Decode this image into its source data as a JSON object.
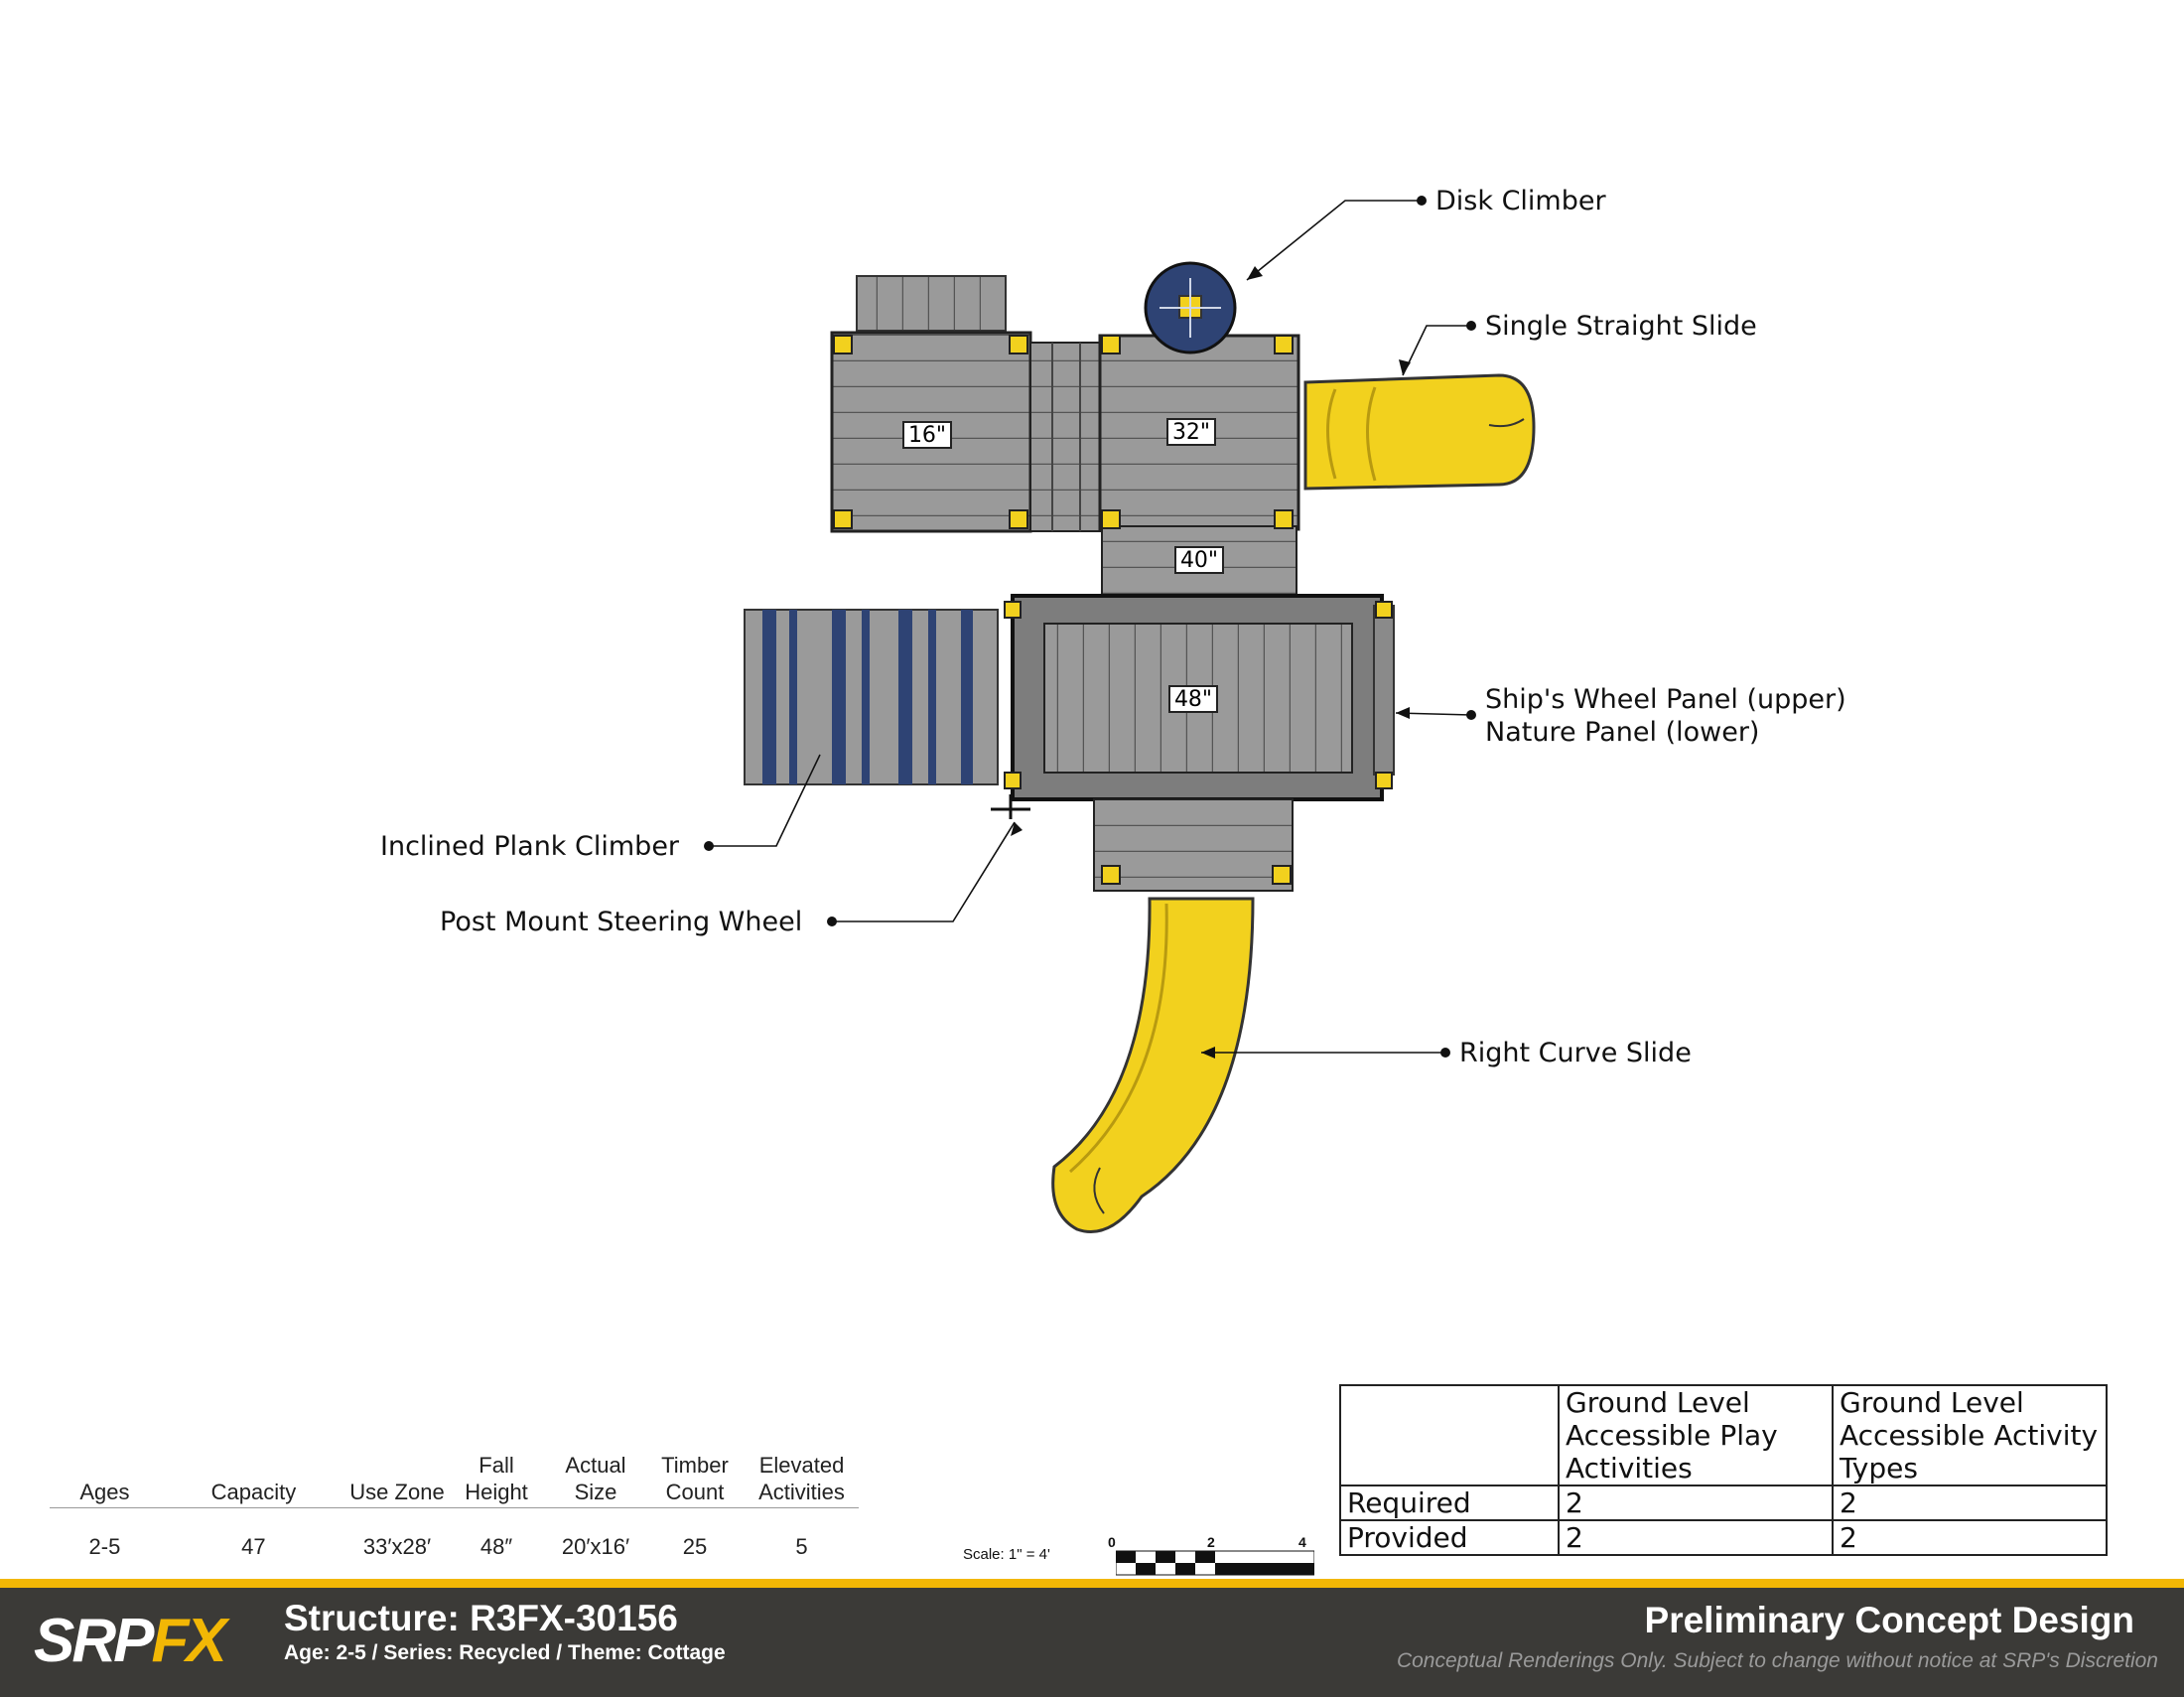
{
  "callouts": {
    "disk_climber": "Disk Climber",
    "single_straight_slide": "Single Straight Slide",
    "ships_wheel_upper": "Ship's Wheel Panel (upper)",
    "nature_panel_lower": "Nature Panel (lower)",
    "inclined_plank_climber": "Inclined Plank Climber",
    "post_mount_steering_wheel": "Post Mount Steering Wheel",
    "right_curve_slide": "Right Curve Slide"
  },
  "deck_heights": {
    "d16": "16\"",
    "d32": "32\"",
    "d40": "40\"",
    "d48": "48\""
  },
  "stats": {
    "headers": [
      "Ages",
      "Capacity",
      "Use Zone",
      "Fall Height",
      "Actual Size",
      "Timber Count",
      "Elevated Activities"
    ],
    "values": [
      "2-5",
      "47",
      "33′x28′",
      "48″",
      "20′x16′",
      "25",
      "5"
    ]
  },
  "accessibility": {
    "col1": "Ground Level Accessible Play Activities",
    "col2": "Ground Level Accessible Activity Types",
    "rows": [
      {
        "label": "Required",
        "v1": "2",
        "v2": "2"
      },
      {
        "label": "Provided",
        "v1": "2",
        "v2": "2"
      }
    ]
  },
  "scale": {
    "label": "Scale: 1\" = 4'",
    "marks": [
      "0",
      "2",
      "4"
    ]
  },
  "footer": {
    "logo_a": "SRP",
    "logo_b": "FX",
    "structure": "Structure: R3FX-30156",
    "subtitle": "Age: 2-5 / Series: Recycled / Theme: Cottage",
    "title": "Preliminary Concept Design",
    "disclaimer": "Conceptual Renderings Only. Subject to change without notice at SRP's Discretion"
  },
  "colors": {
    "deck": "#9a9a9a",
    "slide": "#f2d11e",
    "disk": "#2e4374",
    "footer": "#3b3a37",
    "accent": "#f2b705"
  }
}
